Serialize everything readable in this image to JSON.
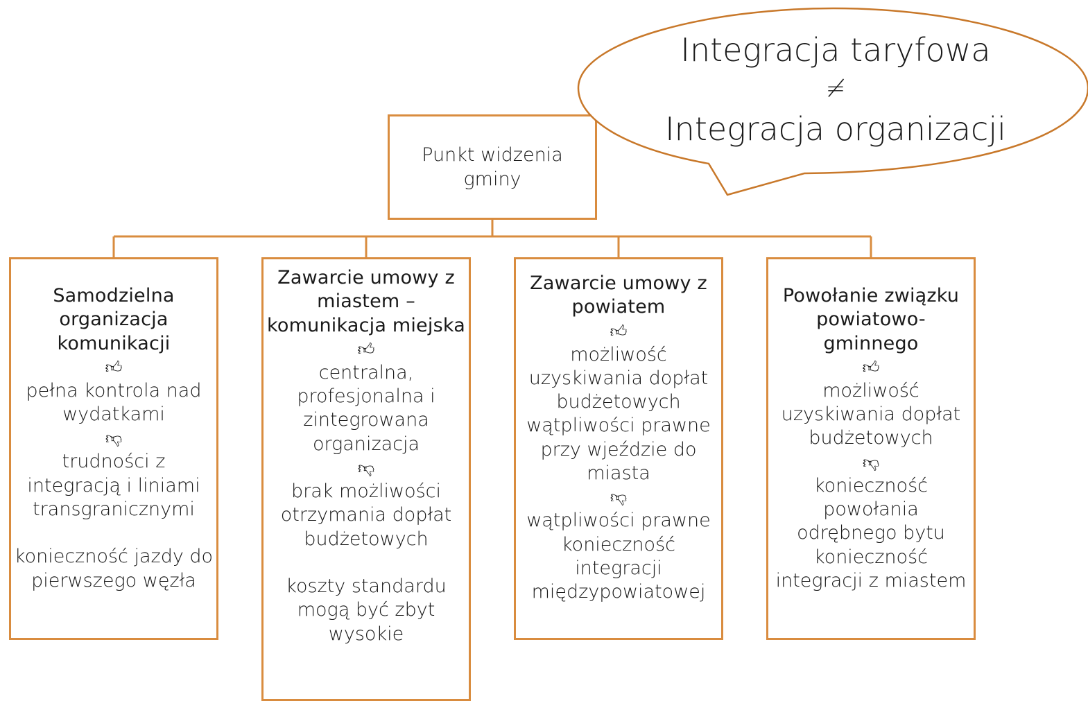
{
  "bubble": {
    "line1": "Integracja taryfowa",
    "symbol": "≠",
    "line2": "Integracja organizacji"
  },
  "root": {
    "label": "Punkt widzenia gminy"
  },
  "icons": {
    "pro": "thumbs-up-icon",
    "con": "thumbs-down-icon"
  },
  "colors": {
    "border": "#d98c3f",
    "text": "#1a1a1a"
  },
  "columns": [
    {
      "title": "Samodzielna organizacja komunikacji",
      "pros": [
        "pełna kontrola nad wydatkami"
      ],
      "cons": [
        "trudności z integracją i liniami transgranicznymi",
        "konieczność jazdy do pierwszego węzła"
      ]
    },
    {
      "title": "Zawarcie umowy z miastem – komunikacja miejska",
      "pros": [
        "centralna, profesjonalna i zintegrowana organizacja"
      ],
      "cons": [
        "brak możliwości otrzymania dopłat budżetowych",
        "koszty standardu mogą być zbyt wysokie"
      ]
    },
    {
      "title": "Zawarcie umowy z powiatem",
      "pros": [
        "możliwość uzyskiwania dopłat budżetowych",
        "wątpliwości prawne przy wjeździe do miasta"
      ],
      "cons": [
        "wątpliwości prawne",
        "konieczność integracji międzypowiatowej"
      ]
    },
    {
      "title": "Powołanie związku powiatowo-gminnego",
      "pros": [
        "możliwość uzyskiwania dopłat budżetowych"
      ],
      "cons": [
        "konieczność powołania odrębnego bytu",
        "konieczność integracji z miastem"
      ]
    }
  ]
}
